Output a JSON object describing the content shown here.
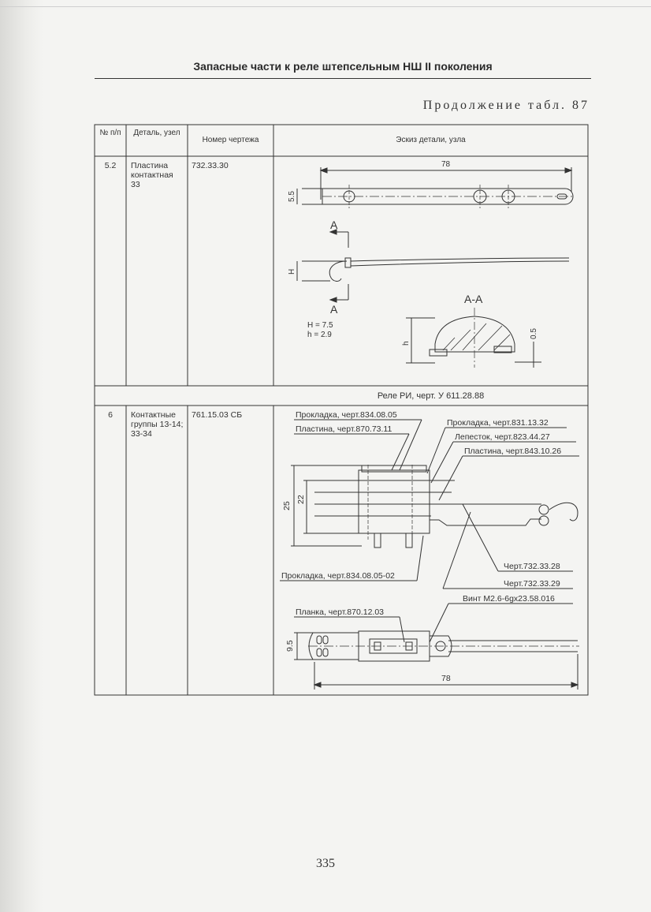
{
  "running_head": "Запасные части к реле штепсельным НШ II поколения",
  "continuation": "Продолжение табл. 87",
  "table": {
    "headers": {
      "num": "№ п/п",
      "part": "Деталь, узел",
      "drawing": "Номер чертежа",
      "sketch": "Эскиз детали, узла"
    },
    "rows": [
      {
        "num": "5.2",
        "part": "Пластина контактная 33",
        "drawing": "732.33.30"
      },
      {
        "num": "6",
        "part": "Контактные группы 13-14; 33-34",
        "drawing": "761.15.03 СБ"
      }
    ],
    "section_row": "Реле РИ, черт. У 611.28.88"
  },
  "sketch1": {
    "dim_len": "78",
    "dim_h": "5.5",
    "cut_a": "А",
    "dim_H": "H",
    "section_title": "А-А",
    "H_val": "H = 7.5",
    "h_val": "h = 2.9",
    "dim_small_h": "h",
    "dim_05": "0.5"
  },
  "sketch2": {
    "callouts": [
      "Прокладка, черт.834.08.05",
      "Пластина, черт.870.73.11",
      "Прокладка, черт.831.13.32",
      "Лепесток, черт.823.44.27",
      "Пластина, черт.843.10.26",
      "Прокладка, черт.834.08.05-02",
      "Черт.732.33.28",
      "Черт.732.33.29",
      "Винт М2.6-6gх23.58.016",
      "Планка, черт.870.12.03"
    ],
    "dim_25": "25",
    "dim_22": "22",
    "dim_95": "9.5",
    "dim_78": "78"
  },
  "page_number": "335"
}
